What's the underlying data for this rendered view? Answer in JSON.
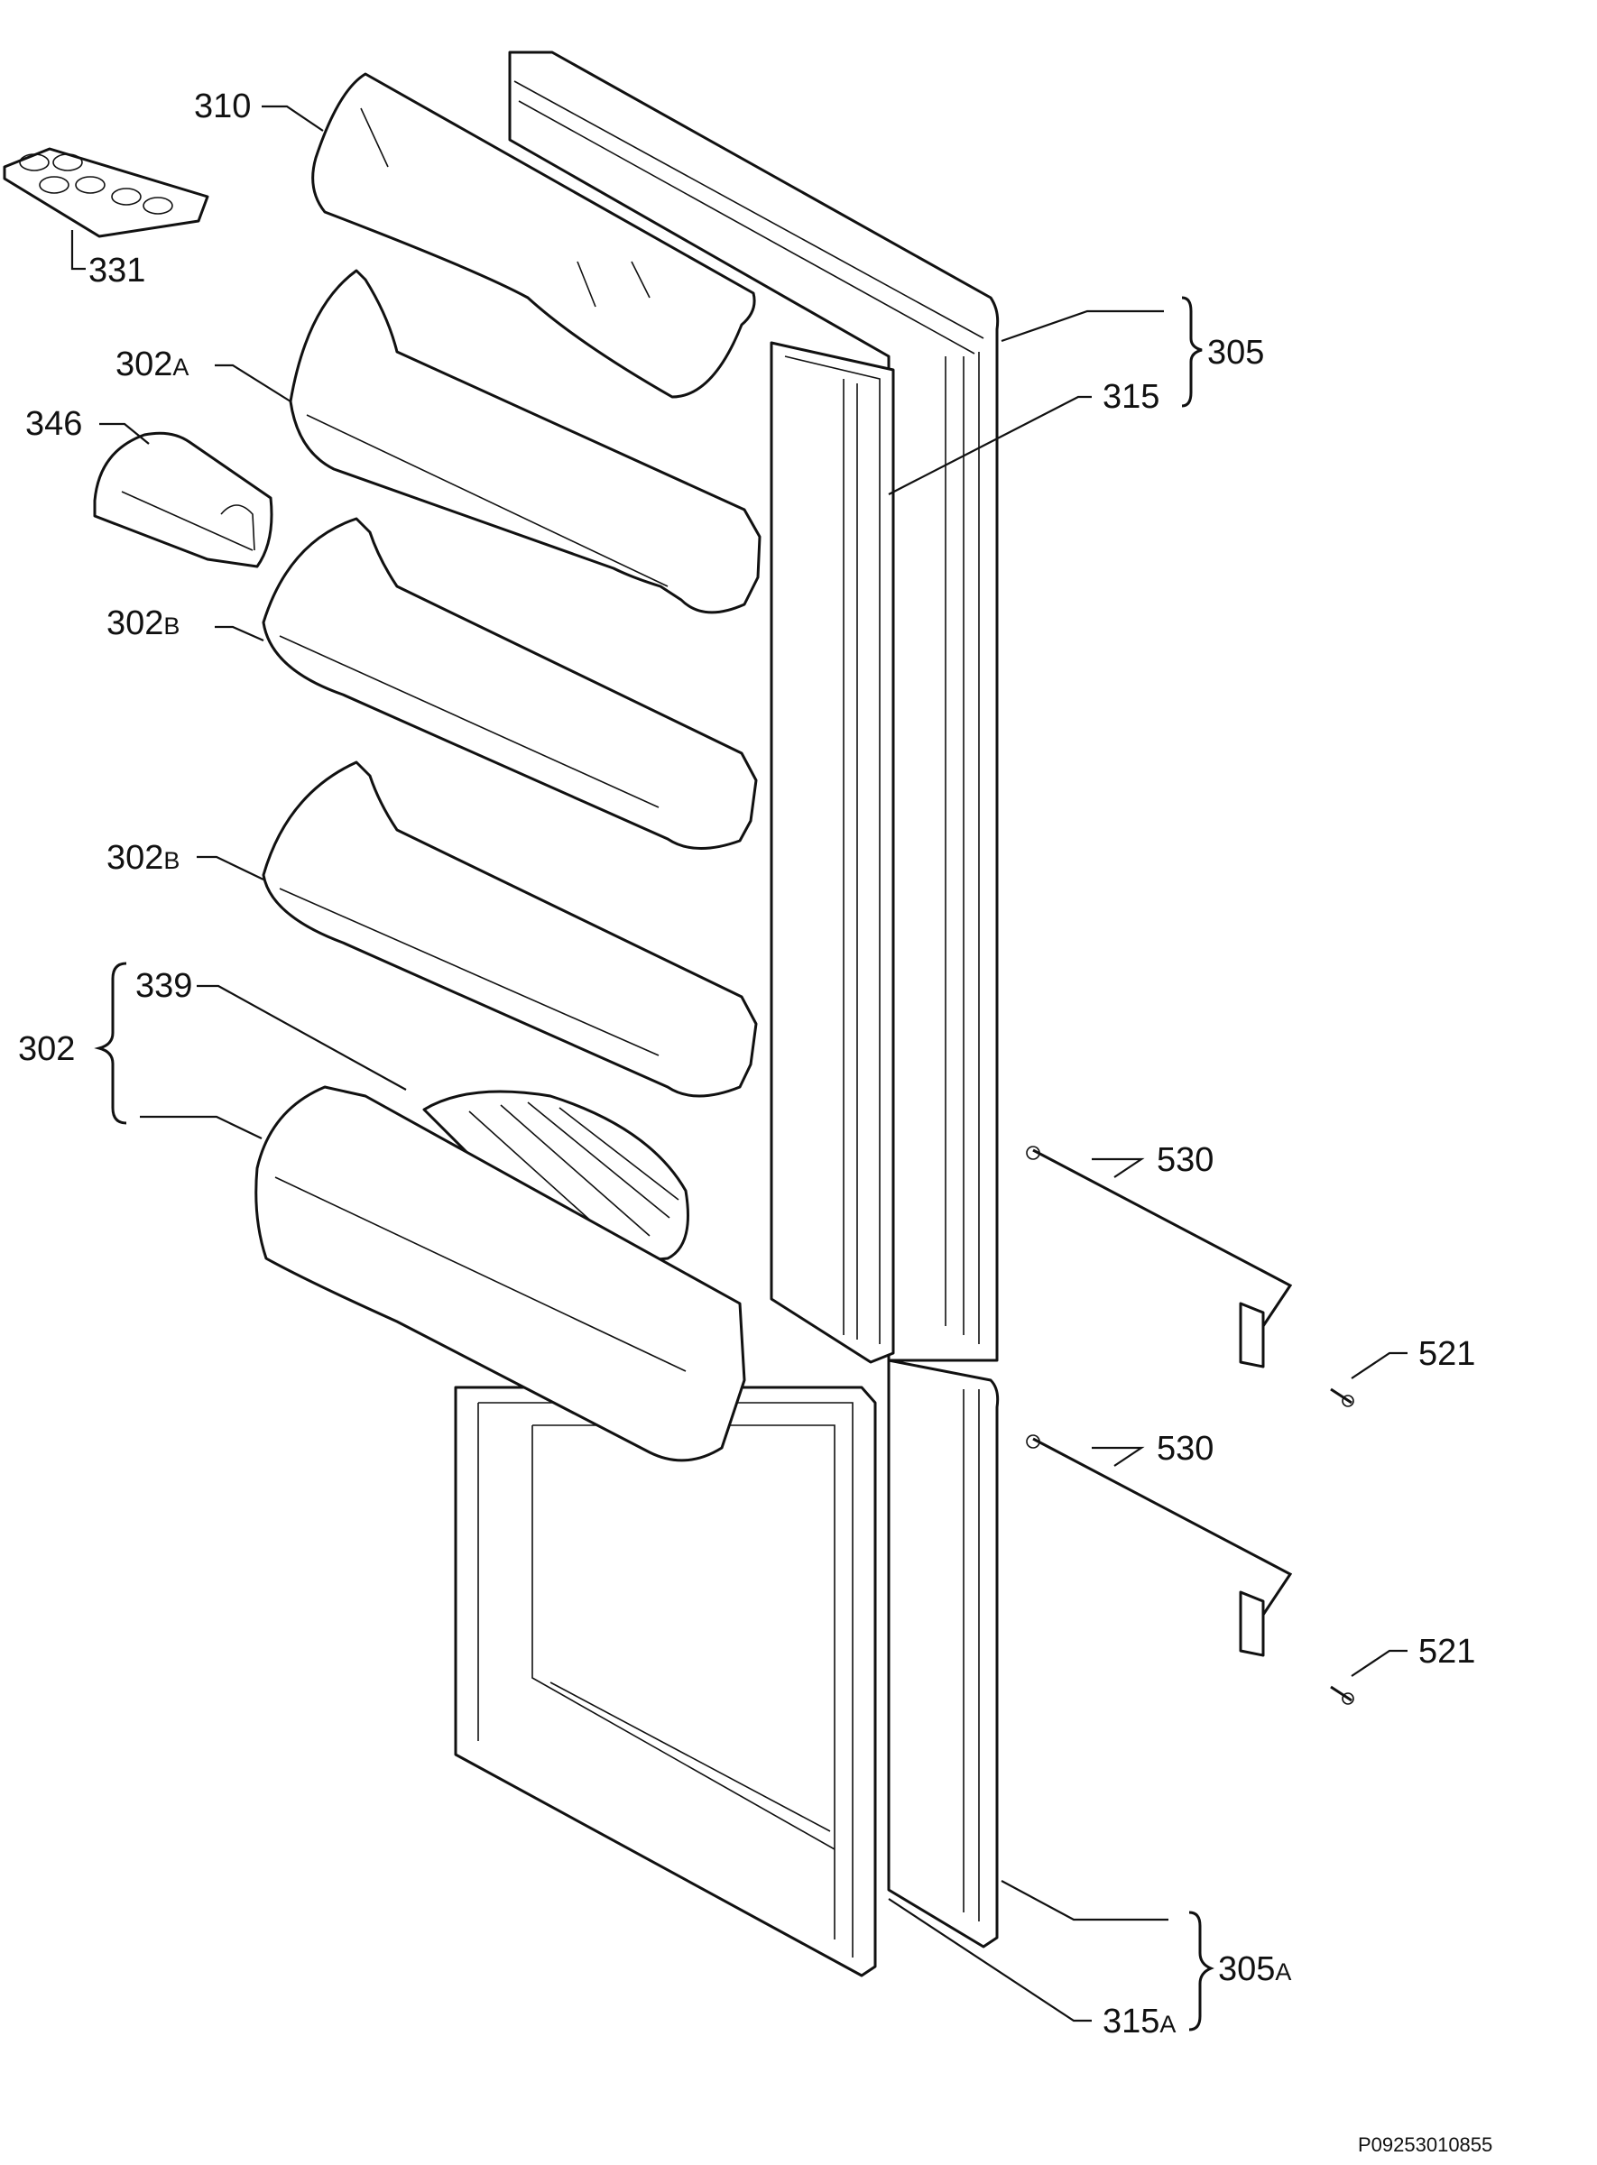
{
  "diagram": {
    "reference": "P09253010855",
    "callouts": {
      "c310": "310",
      "c331": "331",
      "c302a": "302",
      "c302a_sub": "A",
      "c346": "346",
      "c302b1": "302",
      "c302b1_sub": "B",
      "c302b2": "302",
      "c302b2_sub": "B",
      "c339": "339",
      "c302": "302",
      "c305": "305",
      "c315": "315",
      "c530_top": "530",
      "c521_top": "521",
      "c530_bottom": "530",
      "c521_bottom": "521",
      "c305a": "305",
      "c305a_sub": "A",
      "c315a": "315",
      "c315a_sub": "A"
    }
  }
}
